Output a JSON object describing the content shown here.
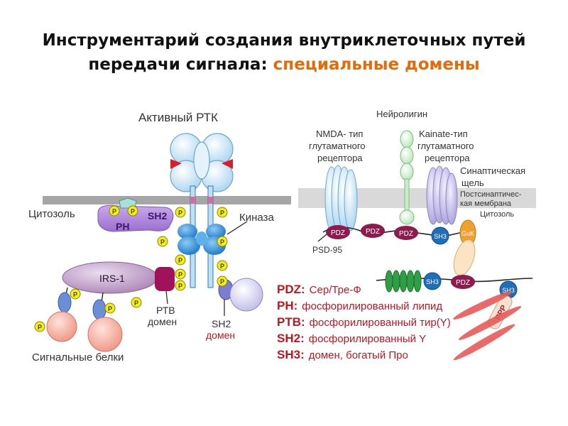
{
  "title": {
    "line1": "Инструментарий создания внутриклеточных путей",
    "line2_prefix": "передачи сигнала:",
    "line2_accent": "специальные домены"
  },
  "left_panel": {
    "rtk_label": "Активный РТК",
    "cytosol_label": "Цитозоль",
    "kinase_label": "Киназа",
    "irs1_label": "IRS-1",
    "ptb_label_1": "РТВ",
    "ptb_label_2": "домен",
    "sh2_label_1": "SH2",
    "sh2_label_2": "домен",
    "signal_proteins_label": "Сигнальные белки",
    "ph_label": "PH",
    "sh2_box_label": "SH2",
    "p_label": "P"
  },
  "right_panel": {
    "neuroligin_label": "Нейролигин",
    "nmda_label_1": "NMDA- тип",
    "nmda_label_2": "глутаматного",
    "nmda_label_3": "рецептора",
    "kainate_label_1": "Kainate-тип",
    "kainate_label_2": "глутаматного",
    "kainate_label_3": "рецептора",
    "synaptic_cleft_1": "Синаптическая",
    "synaptic_cleft_2": "щель",
    "postsyn_1": "Постсинаптичес-",
    "postsyn_2": "кая мембрана",
    "cytosol_label": "Цитозоль",
    "psd95_label": "PSD-95",
    "pdz": "PDZ",
    "sh3": "SH3",
    "guk": "GuK",
    "ppp": "PPP"
  },
  "legend": [
    {
      "key": "PDZ:",
      "value": "Сер/Тре-Ф"
    },
    {
      "key": "PH:",
      "value": "фосфорилированный липид"
    },
    {
      "key": "PTB:",
      "value": "фосфорилированный тир(Y)"
    },
    {
      "key": "SH2:",
      "value": "фосфорилированный Y"
    },
    {
      "key": "SH3:",
      "value": "домен, богатый Про"
    }
  ],
  "colors": {
    "title_accent": "#e36c0a",
    "legend_red": "#c0161e",
    "membrane_gray": "#a6a6a6",
    "receptor_blue": "#bfe0f2",
    "kinase_blue": "#2a8fd6",
    "phospho_yellow": "#f2ec1c",
    "irs_purple": "#b084b4",
    "ptb_magenta": "#a0135a",
    "pdz_maroon": "#8e1a4e",
    "neuroligin_green": "#c8ecc8",
    "sh3_blue": "#1f6fb8",
    "guk_orange": "#f0a030",
    "ppp_salmon": "#e85a5a"
  }
}
